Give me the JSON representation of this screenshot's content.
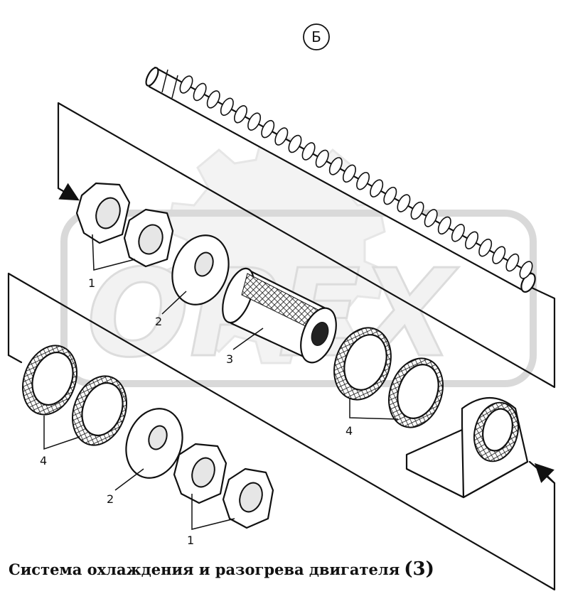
{
  "view_label": "Б",
  "watermark_text": "OPEX",
  "callouts": {
    "nuts_left": "1",
    "washer_upper": "2",
    "coupling": "3",
    "rings_right": "4",
    "rings_left": "4",
    "washer_lower": "2",
    "nuts_bottom": "1"
  },
  "caption": {
    "title": "Система охлаждения и разогрева двигателя",
    "part": "(3)"
  }
}
